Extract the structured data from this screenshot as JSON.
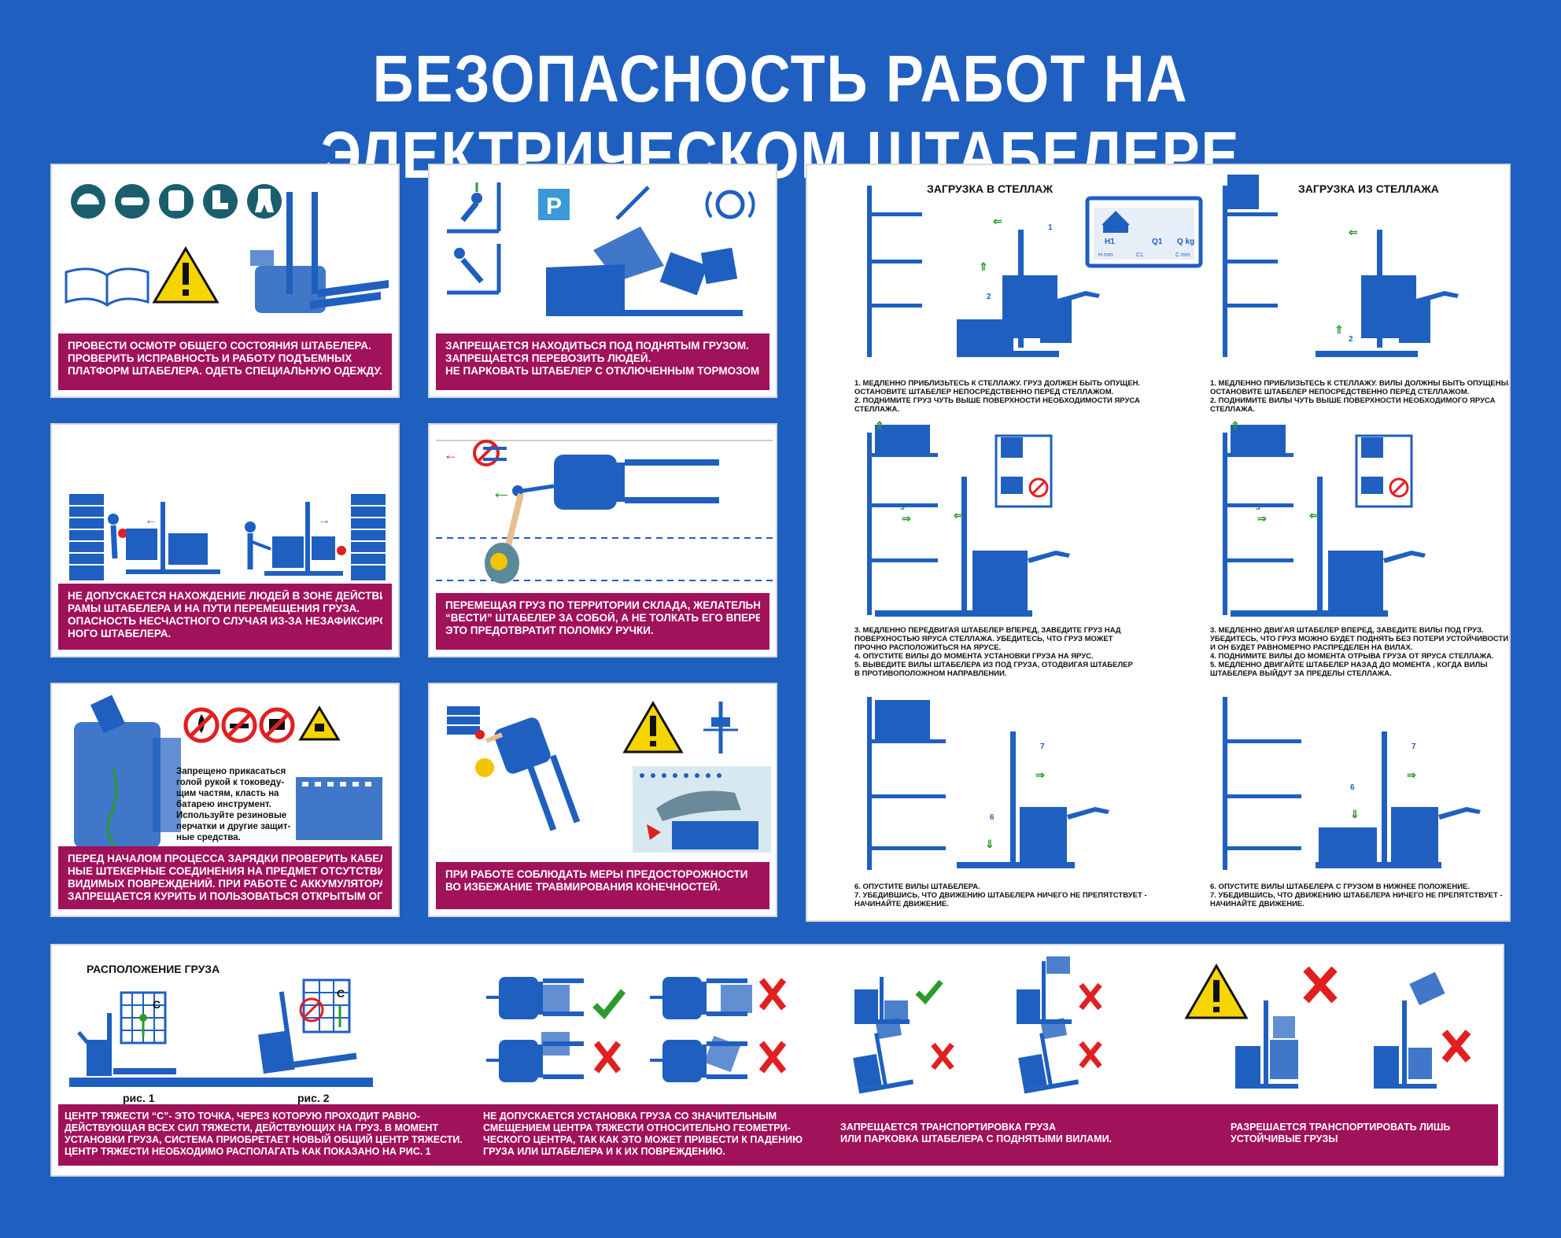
{
  "title": "БЕЗОПАСНОСТЬ РАБОТ НА ЭЛЕКТРИЧЕСКОМ ШТАБЕЛЕРЕ",
  "panels": {
    "p1": [
      "ПРОВЕСТИ ОСМОТР ОБЩЕГО СОСТОЯНИЯ ШТАБЕЛЕРА.",
      "ПРОВЕРИТЬ ИСПРАВНОСТЬ И РАБОТУ ПОДЪЕМНЫХ",
      "ПЛАТФОРМ ШТАБЕЛЕРА. ОДЕТЬ СПЕЦИАЛЬНУЮ ОДЕЖДУ."
    ],
    "p2": [
      "ЗАПРЕЩАЕТСЯ НАХОДИТЬСЯ ПОД ПОДНЯТЫМ ГРУЗОМ.",
      "ЗАПРЕЩАЕТСЯ ПЕРЕВОЗИТЬ ЛЮДЕЙ.",
      "НЕ ПАРКОВАТЬ ШТАБЕЛЕР С ОТКЛЮЧЕННЫМ ТОРМОЗОМ."
    ],
    "p3": [
      "НЕ ДОПУСКАЕТСЯ НАХОЖДЕНИЕ ЛЮДЕЙ В ЗОНЕ ДЕЙСТВИЯ",
      "РАМЫ ШТАБЕЛЕРА И НА ПУТИ ПЕРЕМЕЩЕНИЯ ГРУЗА.",
      "ОПАСНОСТЬ НЕСЧАСТНОГО СЛУЧАЯ ИЗ-ЗА НЕЗАФИКСИРОВАН-",
      "НОГО ШТАБЕЛЕРА."
    ],
    "p4": [
      "ПЕРЕМЕЩАЯ ГРУЗ ПО ТЕРРИТОРИИ СКЛАДА, ЖЕЛАТЕЛЬНО",
      "“ВЕСТИ” ШТАБЕЛЕР ЗА СОБОЙ, А НЕ ТОЛКАТЬ ЕГО ВПЕРЕД.",
      "ЭТО ПРЕДОТВРАТИТ ПОЛОМКУ РУЧКИ."
    ],
    "p5": [
      "ПЕРЕД НАЧАЛОМ ПРОЦЕССА ЗАРЯДКИ ПРОВЕРИТЬ КАБЕЛЬ-",
      "НЫЕ ШТЕКЕРНЫЕ СОЕДИНЕНИЯ НА ПРЕДМЕТ ОТСУТСТВИЯ",
      "ВИДИМЫХ ПОВРЕЖДЕНИЙ. ПРИ РАБОТЕ С АККУМУЛЯТОРАМИ",
      "ЗАПРЕЩАЕТСЯ КУРИТЬ И ПОЛЬЗОВАТЬСЯ ОТКРЫТЫМ ОГНЕМ."
    ],
    "p5_note": [
      "Запрещено прикасаться",
      "голой рукой к токоведу-",
      "щим частям, класть на",
      "батарею инструмент.",
      "Используйте резиновые",
      "перчатки и другие защит-",
      "ные средства."
    ],
    "p6": [
      "ПРИ РАБОТЕ СОБЛЮДАТЬ МЕРЫ ПРЕДОСТОРОЖНОСТИ",
      "ВО ИЗБЕЖАНИЕ ТРАВМИРОВАНИЯ КОНЕЧНОСТЕЙ."
    ]
  },
  "rack": {
    "load_title": "ЗАГРУЗКА В СТЕЛЛАЖ",
    "unload_title": "ЗАГРУЗКА ИЗ СТЕЛЛАЖА",
    "plate": {
      "h1": "H1",
      "q1": "Q1",
      "qkg": "Q kg",
      "hmm": "H mm",
      "cmm": "C mm",
      "c1": "C1"
    },
    "load_1": [
      "1. МЕДЛЕННО ПРИБЛИЗЬТЕСЬ К СТЕЛЛАЖУ. ГРУЗ ДОЛЖЕН БЫТЬ ОПУЩЕН.",
      "   ОСТАНОВИТЕ ШТАБЕЛЕР НЕПОСРЕДСТВЕННО ПЕРЕД СТЕЛЛАЖОМ.",
      "2.  ПОДНИМИТЕ ГРУЗ ЧУТЬ ВЫШЕ ПОВЕРХНОСТИ НЕОБХОДИМОСТИ ЯРУСА",
      "   СТЕЛЛАЖА."
    ],
    "unload_1": [
      "1. МЕДЛЕННО ПРИБЛИЗЬТЕСЬ К СТЕЛЛАЖУ. ВИЛЫ ДОЛЖНЫ БЫТЬ ОПУЩЕНЫ.",
      "   ОСТАНОВИТЕ ШТАБЕЛЕР НЕПОСРЕДСТВЕННО ПЕРЕД СТЕЛЛАЖОМ.",
      "2.  ПОДНИМИТЕ ВИЛЫ ЧУТЬ ВЫШЕ ПОВЕРХНОСТИ НЕОБХОДИМОГО ЯРУСА",
      "   СТЕЛЛАЖА."
    ],
    "load_2": [
      "3. МЕДЛЕННО ПЕРЕДВИГАЯ ШТАБЕЛЕР ВПЕРЕД, ЗАВЕДИТЕ ГРУЗ НАД",
      "   ПОВЕРХНОСТЬЮ ЯРУСА СТЕЛЛАЖА. УБЕДИТЕСЬ, ЧТО ГРУЗ МОЖЕТ",
      "   ПРОЧНО РАСПОЛОЖИТЬСЯ НА ЯРУСЕ.",
      "4. ОПУСТИТЕ ВИЛЫ ДО МОМЕНТА УСТАНОВКИ ГРУЗА НА ЯРУС.",
      "5. ВЫВЕДИТЕ ВИЛЫ ШТАБЕЛЕРА ИЗ ПОД ГРУЗА, ОТОДВИГАЯ ШТАБЕЛЕР",
      "   В ПРОТИВОПОЛОЖНОМ НАПРАВЛЕНИИ."
    ],
    "unload_2": [
      "3. МЕДЛЕННО ДВИГАЯ ШТАБЕЛЕР ВПЕРЕД, ЗАВЕДИТЕ ВИЛЫ ПОД ГРУЗ.",
      "   УБЕДИТЕСЬ, ЧТО ГРУЗ МОЖНО БУДЕТ ПОДНЯТЬ БЕЗ ПОТЕРИ УСТОЙЧИВОСТИ",
      "   И ОН БУДЕТ РАВНОМЕРНО РАСПРЕДЕЛЕН НА ВИЛАХ.",
      "4. ПОДНИМИТЕ ВИЛЫ ДО МОМЕНТА ОТРЫВА ГРУЗА ОТ ЯРУСА СТЕЛЛАЖА.",
      "5. МЕДЛЕННО ДВИГАЙТЕ ШТАБЕЛЕР НАЗАД ДО МОМЕНТА , КОГДА ВИЛЫ",
      "   ШТАБЕЛЕРА ВЫЙДУТ ЗА ПРЕДЕЛЫ СТЕЛЛАЖА."
    ],
    "load_3": [
      "6. ОПУСТИТЕ ВИЛЫ ШТАБЕЛЕРА.",
      "7. УБЕДИВШИСЬ, ЧТО ДВИЖЕНИЮ ШТАБЕЛЕРА НИЧЕГО НЕ ПРЕПЯТСТВУЕТ -",
      "   НАЧИНАЙТЕ ДВИЖЕНИЕ."
    ],
    "unload_3": [
      "6. ОПУСТИТЕ ВИЛЫ ШТАБЕЛЕРА С ГРУЗОМ В НИЖНЕЕ ПОЛОЖЕНИЕ.",
      "7. УБЕДИВШИСЬ, ЧТО ДВИЖЕНИЮ ШТАБЕЛЕРА НИЧЕГО НЕ ПРЕПЯТСТВУЕТ -",
      "   НАЧИНАЙТЕ ДВИЖЕНИЕ."
    ],
    "steps": [
      "1",
      "2",
      "3",
      "4",
      "5",
      "6",
      "7"
    ]
  },
  "bottom": {
    "title": "РАСПОЛОЖЕНИЕ ГРУЗА",
    "fig1": "рис. 1",
    "fig2": "рис. 2",
    "c": "C",
    "cap1": [
      "ЦЕНТР ТЯЖЕСТИ “С”- ЭТО ТОЧКА, ЧЕРЕЗ КОТОРУЮ ПРОХОДИТ РАВНО-",
      "ДЕЙСТВУЮЩАЯ ВСЕХ СИЛ ТЯЖЕСТИ, ДЕЙСТВУЮЩИХ НА ГРУЗ. В МОМЕНТ",
      "УСТАНОВКИ ГРУЗА, СИСТЕМА ПРИОБРЕТАЕТ НОВЫЙ ОБЩИЙ ЦЕНТР ТЯЖЕСТИ.",
      "ЦЕНТР ТЯЖЕСТИ НЕОБХОДИМО РАСПОЛАГАТЬ КАК ПОКАЗАНО НА РИС. 1"
    ],
    "cap2": [
      "НЕ ДОПУСКАЕТСЯ УСТАНОВКА ГРУЗА СО ЗНАЧИТЕЛЬНЫМ",
      "СМЕЩЕНИЕМ ЦЕНТРА ТЯЖЕСТИ ОТНОСИТЕЛЬНО ГЕОМЕТРИ-",
      "ЧЕСКОГО ЦЕНТРА, ТАК КАК ЭТО МОЖЕТ ПРИВЕСТИ К ПАДЕНИЮ",
      "ГРУЗА ИЛИ ШТАБЕЛЕРА И К ИХ ПОВРЕЖДЕНИЮ."
    ],
    "cap3": [
      "ЗАПРЕЩАЕТСЯ ТРАНСПОРТИРОВКА ГРУЗА",
      "ИЛИ ПАРКОВКА ШТАБЕЛЕРА С ПОДНЯТЫМИ ВИЛАМИ."
    ],
    "cap4": [
      "РАЗРЕШАЕТСЯ ТРАНСПОРТИРОВАТЬ ЛИШЬ",
      "УСТОЙЧИВЫЕ ГРУЗЫ"
    ]
  },
  "colors": {
    "background": "#1f5fbf",
    "caption": "#a0125a",
    "stacker": "#1f5fbf",
    "warning": "#f5d400",
    "ok": "#2a9a2a",
    "bad": "#e02020"
  }
}
